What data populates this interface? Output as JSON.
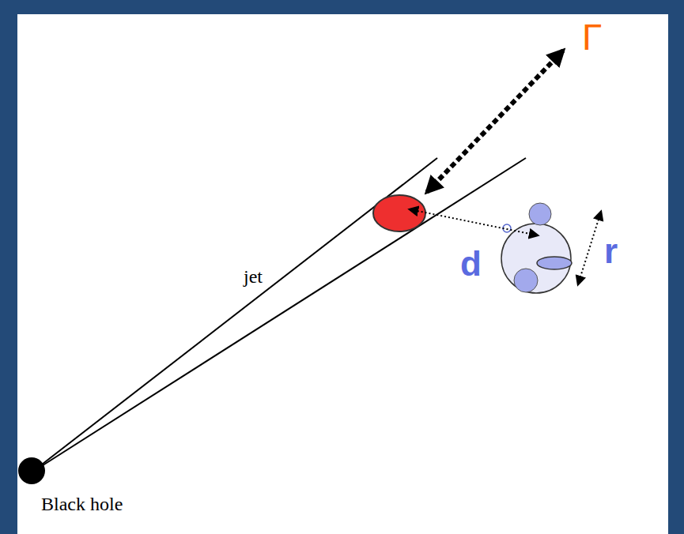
{
  "diagram": {
    "labels": [
      "Γ",
      "jet",
      "d",
      "r",
      "Black hole"
    ]
  }
}
